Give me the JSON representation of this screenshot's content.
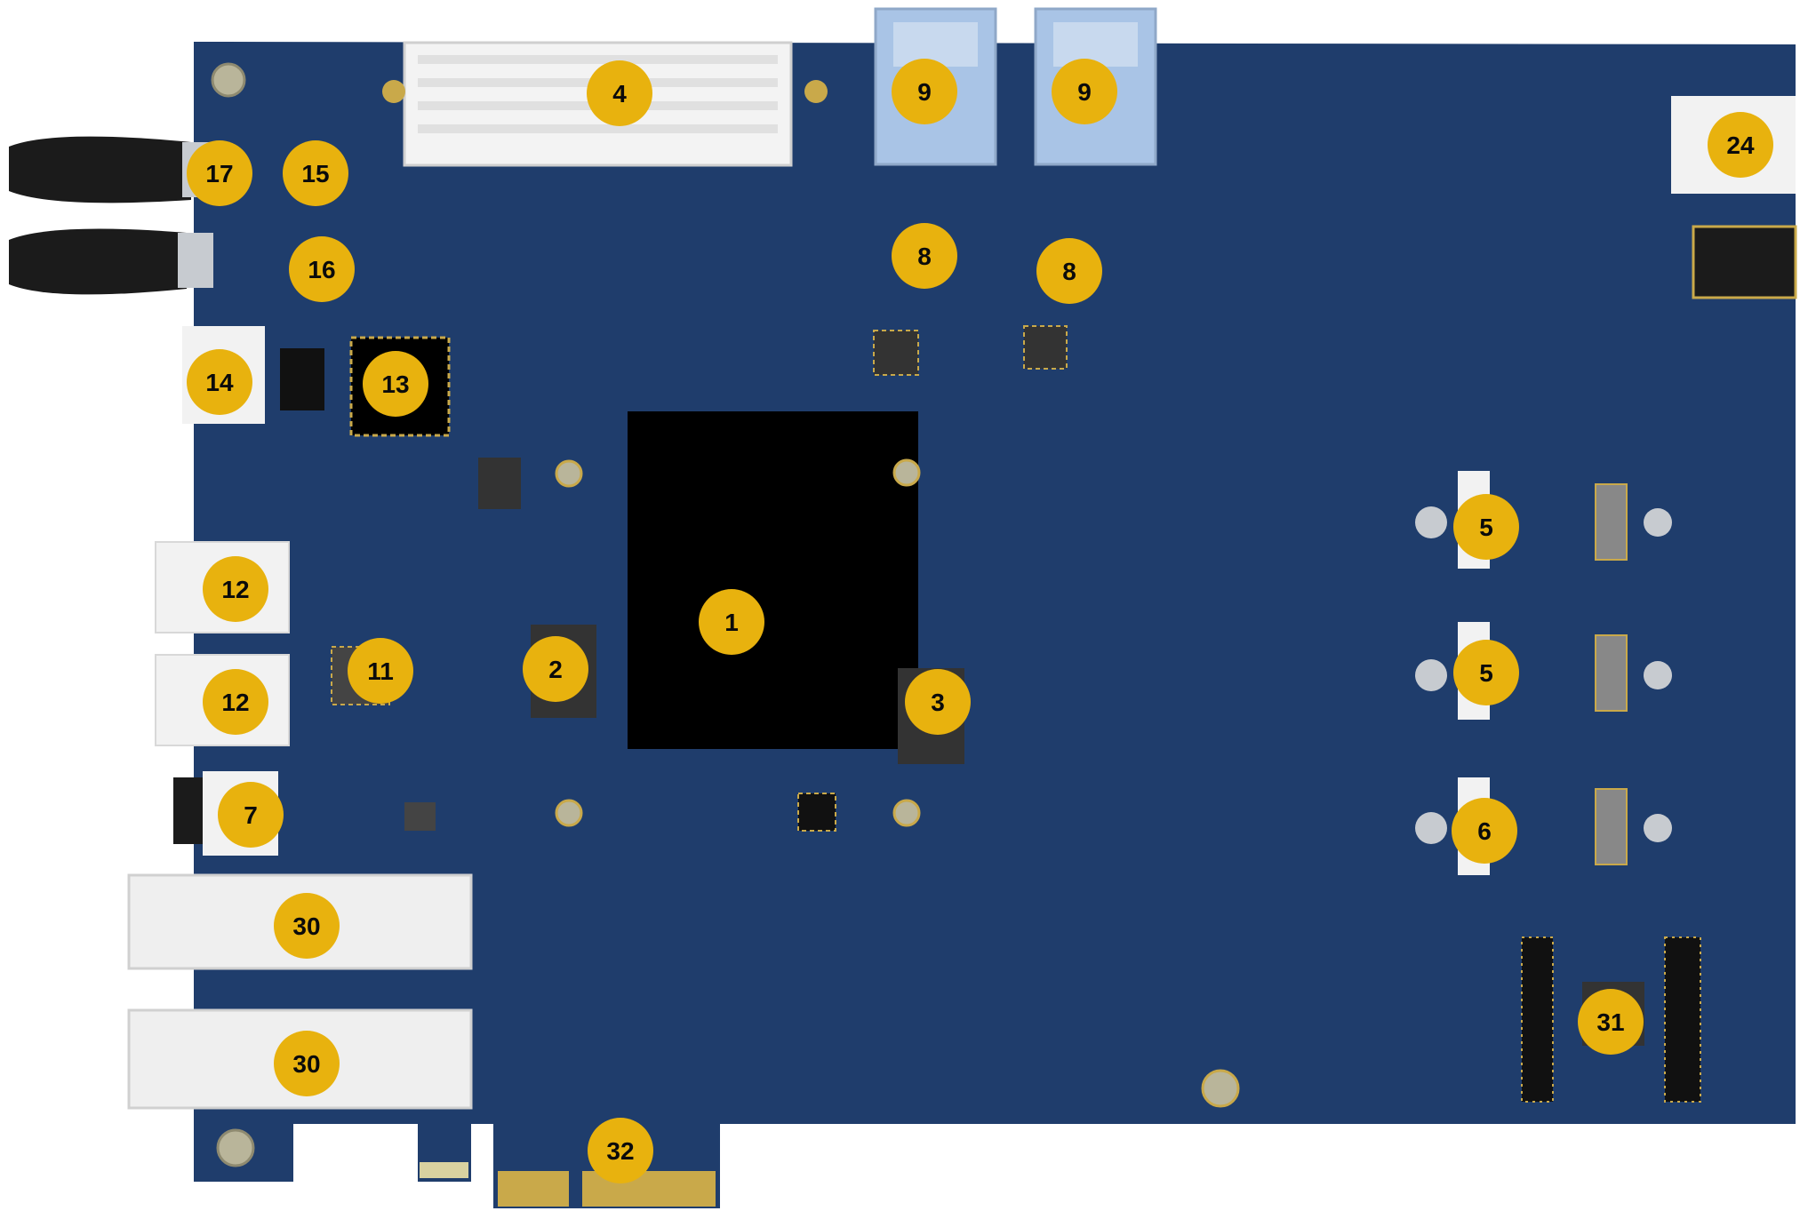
{
  "colors": {
    "pcb": "#1f3d6c",
    "pcb_edge": "#1a3561",
    "callout_fill": "#e8b20e",
    "callout_text": "#0b0b0b",
    "chip": "#000000",
    "gold": "#c9a94a",
    "metal": "#c7cbd0",
    "usb_blue": "#a9c4e6",
    "white_part": "#f2f2f2",
    "cable": "#1b1b1b"
  },
  "callouts": [
    {
      "label": "1"
    },
    {
      "label": "2"
    },
    {
      "label": "3"
    },
    {
      "label": "4"
    },
    {
      "label": "5"
    },
    {
      "label": "5"
    },
    {
      "label": "6"
    },
    {
      "label": "7"
    },
    {
      "label": "8"
    },
    {
      "label": "8"
    },
    {
      "label": "9"
    },
    {
      "label": "9"
    },
    {
      "label": "11"
    },
    {
      "label": "12"
    },
    {
      "label": "12"
    },
    {
      "label": "13"
    },
    {
      "label": "14"
    },
    {
      "label": "15"
    },
    {
      "label": "16"
    },
    {
      "label": "17"
    },
    {
      "label": "24"
    },
    {
      "label": "30"
    },
    {
      "label": "30"
    },
    {
      "label": "31"
    },
    {
      "label": "32"
    }
  ]
}
